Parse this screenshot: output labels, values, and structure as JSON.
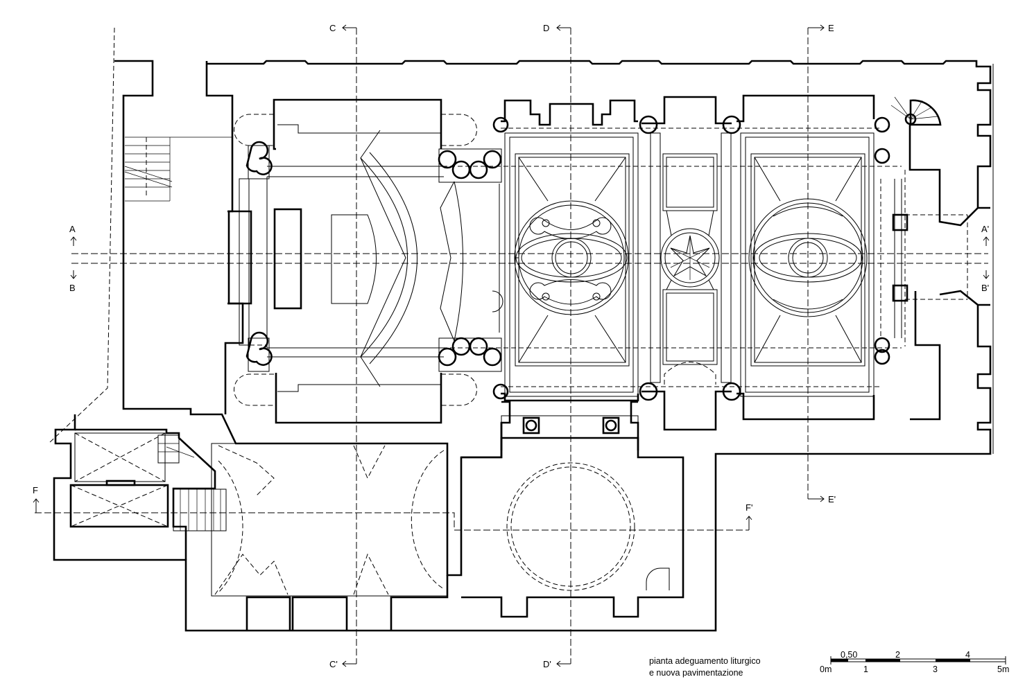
{
  "caption": {
    "line1": "pianta adeguamento liturgico",
    "line2": "e nuova pavimentazione"
  },
  "section_marks": {
    "a": "A",
    "a_prime": "A'",
    "b": "B",
    "b_prime": "B'",
    "c": "C",
    "c_prime": "C'",
    "d": "D",
    "d_prime": "D'",
    "e": "E",
    "e_prime": "E'",
    "f": "F",
    "f_prime": "F'"
  },
  "scale_bar": {
    "top_labels": [
      "0,50",
      "2",
      "4"
    ],
    "bottom_labels": [
      "0m",
      "1",
      "3",
      "5m"
    ]
  }
}
